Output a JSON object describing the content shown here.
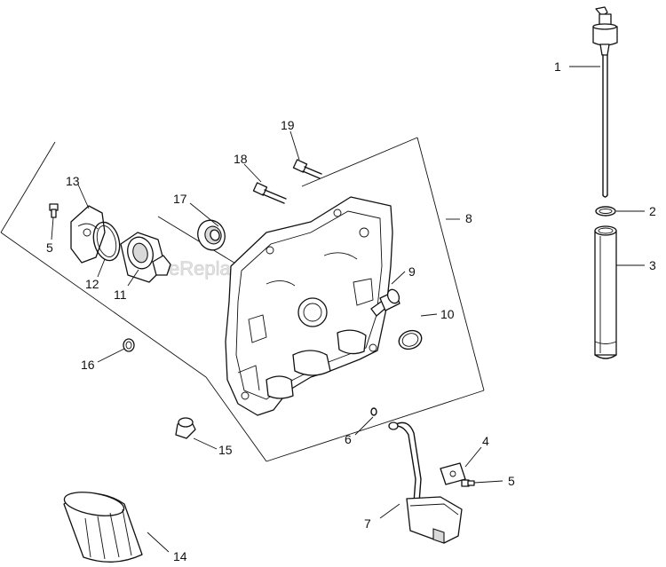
{
  "watermark": "eReplacementParts.com",
  "callouts": {
    "c1": "1",
    "c2": "2",
    "c3": "3",
    "c4": "4",
    "c5a": "5",
    "c5b": "5",
    "c6": "6",
    "c7": "7",
    "c8": "8",
    "c9": "9",
    "c10": "10",
    "c11": "11",
    "c12": "12",
    "c13": "13",
    "c14": "14",
    "c15": "15",
    "c16": "16",
    "c17": "17",
    "c18": "18",
    "c19": "19"
  }
}
